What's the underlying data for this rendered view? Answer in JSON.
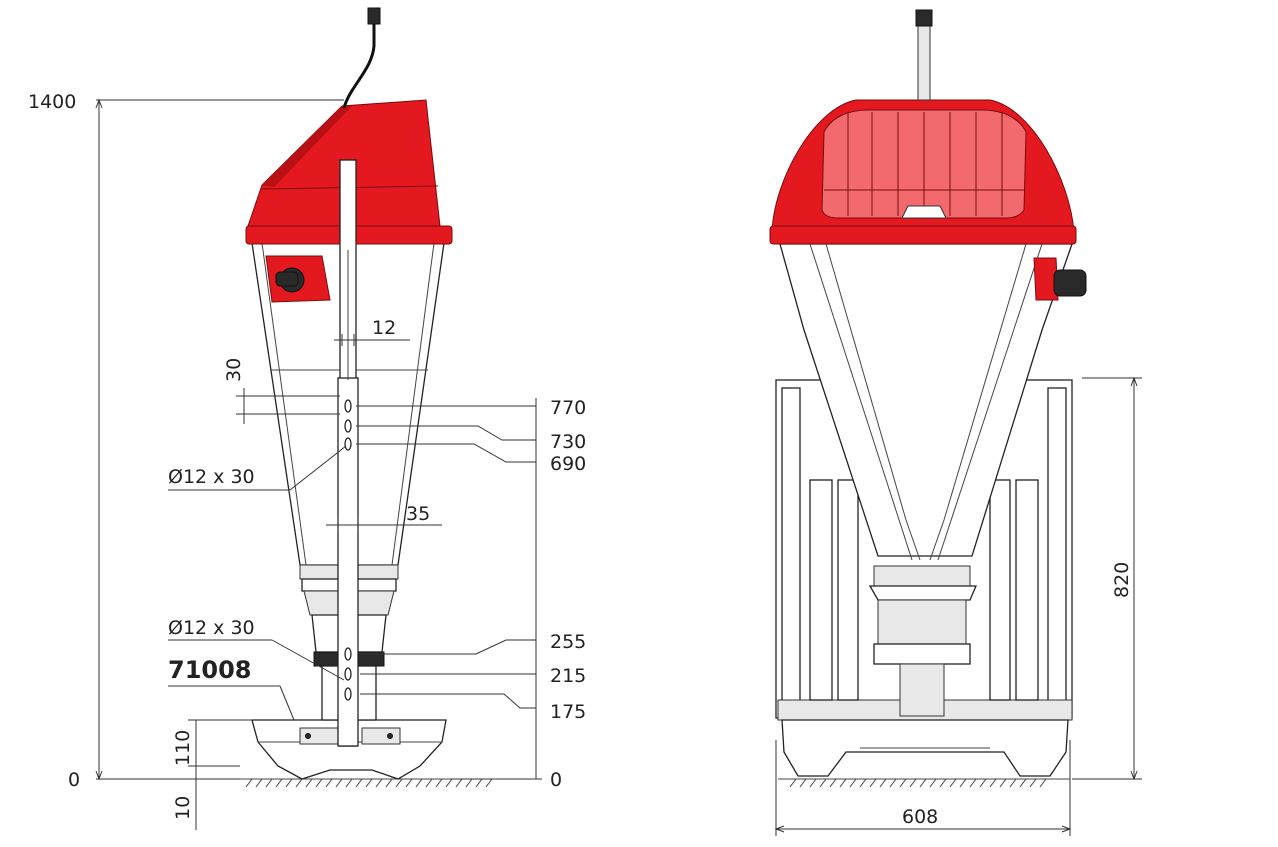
{
  "diagram": {
    "model": "71008",
    "left_view": {
      "height_labels": {
        "total": "1400",
        "zero_left": "0",
        "zero_right": "0",
        "base_110": "110",
        "base_10": "10"
      },
      "slot_labels": {
        "pitch": "30",
        "slot_width": "12",
        "tube_width": "35",
        "slot_upper": "Ø12 x 30",
        "slot_lower": "Ø12 x 30"
      },
      "level_labels": [
        "770",
        "730",
        "690",
        "255",
        "215",
        "175"
      ]
    },
    "right_view": {
      "height_label": "820",
      "width_label": "608"
    },
    "colors": {
      "hopper_red": "#e3191f",
      "window_pink": "#f26a6d",
      "line": "#222222"
    }
  }
}
